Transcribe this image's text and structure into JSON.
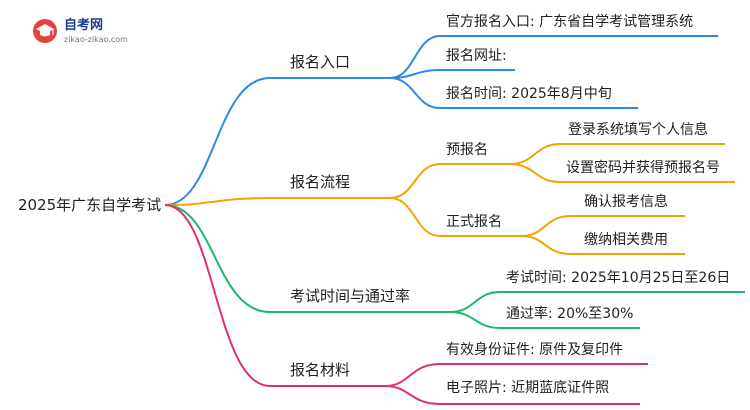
{
  "logo": {
    "title": "自考网",
    "subtitle": "zikao-zikao.com",
    "icon": "graduation-cap-icon"
  },
  "root": "2025年广东自学考试",
  "branches": [
    {
      "label": "报名入口",
      "color": "#2b8ce6",
      "children": [
        {
          "label": "官方报名入口: 广东省自学考试管理系统",
          "children": []
        },
        {
          "label": "报名网址:",
          "children": []
        },
        {
          "label": "报名时间: 2025年8月中旬",
          "children": []
        }
      ]
    },
    {
      "label": "报名流程",
      "color": "#f0a500",
      "children": [
        {
          "label": "预报名",
          "children": [
            "登录系统填写个人信息",
            "设置密码并获得预报名号"
          ]
        },
        {
          "label": "正式报名",
          "children": [
            "确认报考信息",
            "缴纳相关费用"
          ]
        }
      ]
    },
    {
      "label": "考试时间与通过率",
      "color": "#1cb86b",
      "children": [
        {
          "label": "考试时间: 2025年10月25日至26日",
          "children": []
        },
        {
          "label": "通过率: 20%至30%",
          "children": []
        }
      ]
    },
    {
      "label": "报名材料",
      "color": "#e0306e",
      "children": [
        {
          "label": "有效身份证件: 原件及复印件",
          "children": []
        },
        {
          "label": "电子照片: 近期蓝底证件照",
          "children": []
        }
      ]
    }
  ]
}
